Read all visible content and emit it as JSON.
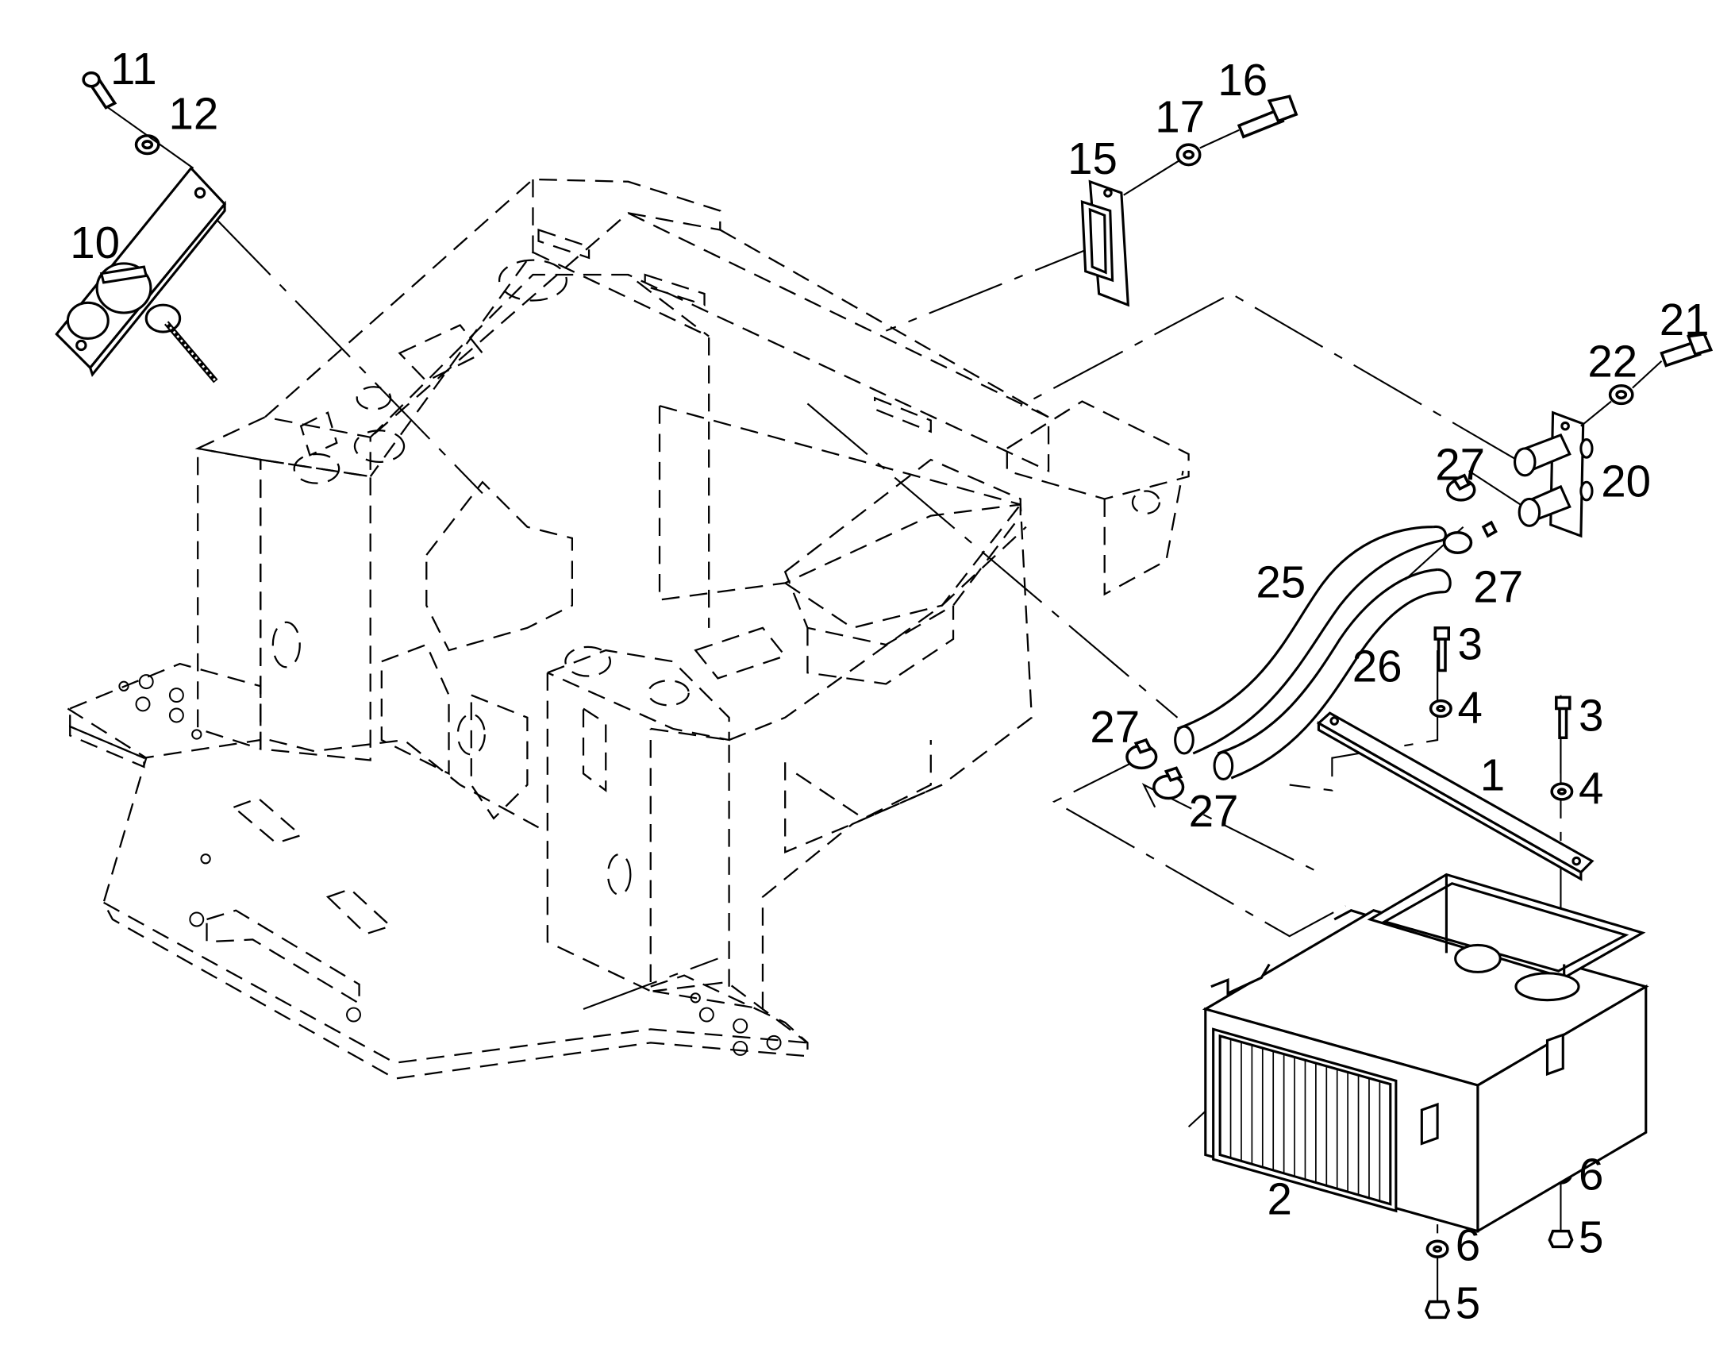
{
  "labels": [
    {
      "id": "1",
      "text": "1"
    },
    {
      "id": "2",
      "text": "2"
    },
    {
      "id": "3a",
      "text": "3"
    },
    {
      "id": "3b",
      "text": "3"
    },
    {
      "id": "4a",
      "text": "4"
    },
    {
      "id": "4b",
      "text": "4"
    },
    {
      "id": "5a",
      "text": "5"
    },
    {
      "id": "5b",
      "text": "5"
    },
    {
      "id": "6a",
      "text": "6"
    },
    {
      "id": "6b",
      "text": "6"
    },
    {
      "id": "10",
      "text": "10"
    },
    {
      "id": "11",
      "text": "11"
    },
    {
      "id": "12",
      "text": "12"
    },
    {
      "id": "15",
      "text": "15"
    },
    {
      "id": "16",
      "text": "16"
    },
    {
      "id": "17",
      "text": "17"
    },
    {
      "id": "20",
      "text": "20"
    },
    {
      "id": "21",
      "text": "21"
    },
    {
      "id": "22",
      "text": "22"
    },
    {
      "id": "25",
      "text": "25"
    },
    {
      "id": "26",
      "text": "26"
    },
    {
      "id": "27a",
      "text": "27"
    },
    {
      "id": "27b",
      "text": "27"
    },
    {
      "id": "27c",
      "text": "27"
    },
    {
      "id": "27d",
      "text": "27"
    }
  ],
  "colors": {
    "line": "#000000",
    "background": "#ffffff"
  }
}
